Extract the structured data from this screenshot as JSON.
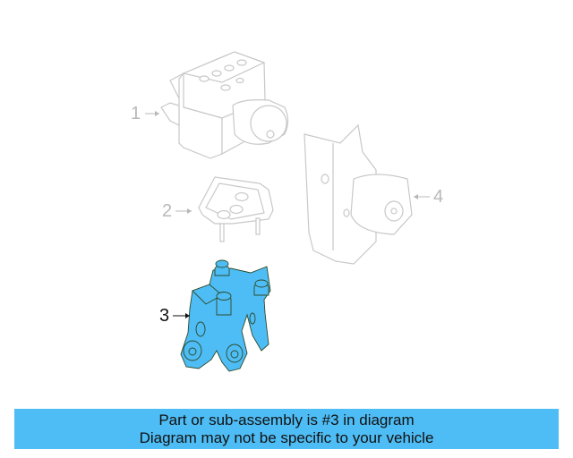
{
  "diagram": {
    "parts": [
      {
        "number": "1",
        "label": "1",
        "name": "abs-modulator-assembly",
        "highlighted": false
      },
      {
        "number": "2",
        "label": "2",
        "name": "mounting-bracket-plate",
        "highlighted": false
      },
      {
        "number": "3",
        "label": "3",
        "name": "abs-bracket",
        "highlighted": true
      },
      {
        "number": "4",
        "label": "4",
        "name": "bracket-with-module",
        "highlighted": false
      }
    ],
    "colors": {
      "line_dim": "#c8c8c8",
      "highlight_fill": "#4fbdf5",
      "highlight_line": "#2a4a2a"
    }
  },
  "banner": {
    "line1": "Part or sub-assembly is #3 in diagram",
    "line2": "Diagram may not be specific to your vehicle",
    "color": "#4fbdf5"
  }
}
